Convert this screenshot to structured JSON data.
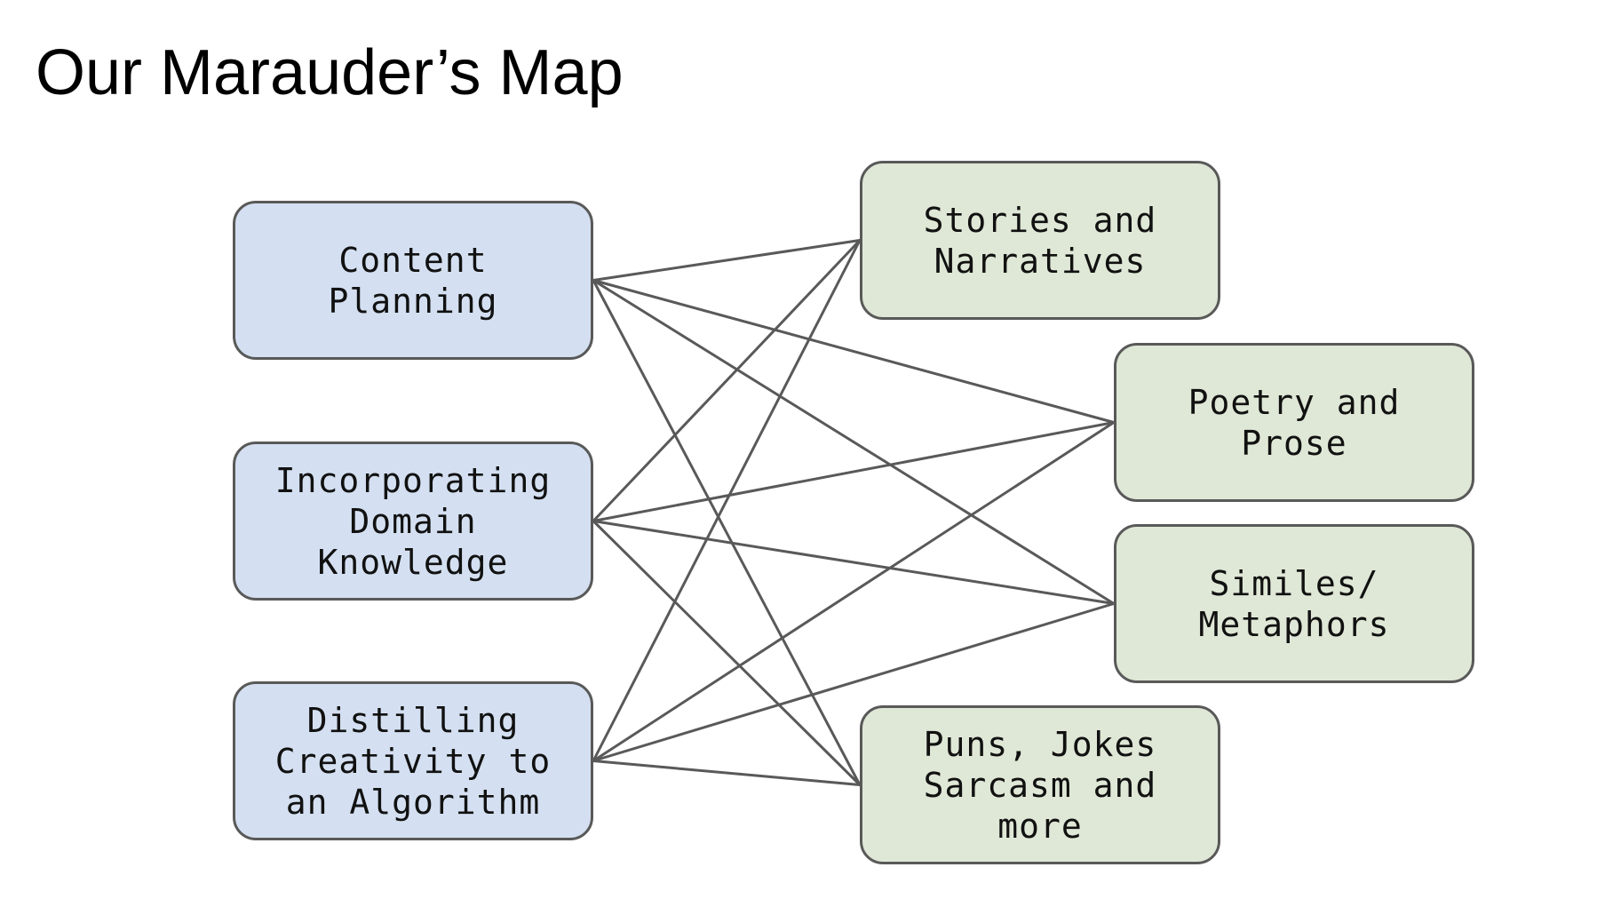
{
  "title": "Our Marauder’s Map",
  "left_nodes": [
    {
      "id": "content-planning",
      "label": "Content\nPlanning"
    },
    {
      "id": "domain-knowledge",
      "label": "Incorporating\nDomain\nKnowledge"
    },
    {
      "id": "distilling",
      "label": "Distilling\nCreativity to\nan Algorithm"
    }
  ],
  "right_nodes": [
    {
      "id": "stories",
      "label": "Stories and\nNarratives"
    },
    {
      "id": "poetry",
      "label": "Poetry and\nProse"
    },
    {
      "id": "similes",
      "label": "Similes/\nMetaphors"
    },
    {
      "id": "puns",
      "label": "Puns, Jokes\nSarcasm and\nmore"
    }
  ],
  "connections": [
    [
      "content-planning",
      "stories"
    ],
    [
      "content-planning",
      "poetry"
    ],
    [
      "content-planning",
      "similes"
    ],
    [
      "content-planning",
      "puns"
    ],
    [
      "domain-knowledge",
      "stories"
    ],
    [
      "domain-knowledge",
      "poetry"
    ],
    [
      "domain-knowledge",
      "similes"
    ],
    [
      "domain-knowledge",
      "puns"
    ],
    [
      "distilling",
      "stories"
    ],
    [
      "distilling",
      "poetry"
    ],
    [
      "distilling",
      "similes"
    ],
    [
      "distilling",
      "puns"
    ]
  ],
  "colors": {
    "left_fill": "#d4e0f1",
    "right_fill": "#dfe8d6",
    "stroke": "#595959"
  }
}
